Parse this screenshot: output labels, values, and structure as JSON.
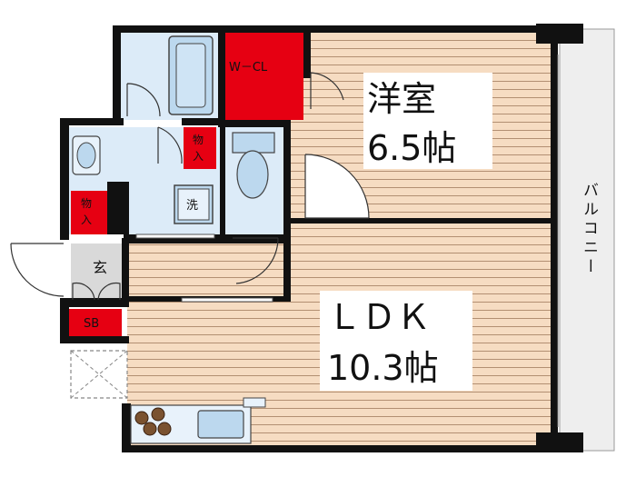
{
  "rooms": {
    "western_room": {
      "name": "洋室",
      "size": "6.5帖"
    },
    "ldk": {
      "name": "ＬＤＫ",
      "size": "10.3帖"
    },
    "wcl": "W－CL",
    "storage_top": "物入",
    "storage_left": "物入",
    "washer": "洗",
    "entrance": "玄",
    "shoe_box": "SB",
    "balcony": "バルコニー"
  },
  "colors": {
    "wall": "#111111",
    "wood_floor": "#f6dcc2",
    "wood_line": "#b28f72",
    "wet_area": "#dcebf8",
    "red_storage": "#e60012",
    "balcony": "#eeeeee",
    "fixture": "#bcd8ee"
  }
}
